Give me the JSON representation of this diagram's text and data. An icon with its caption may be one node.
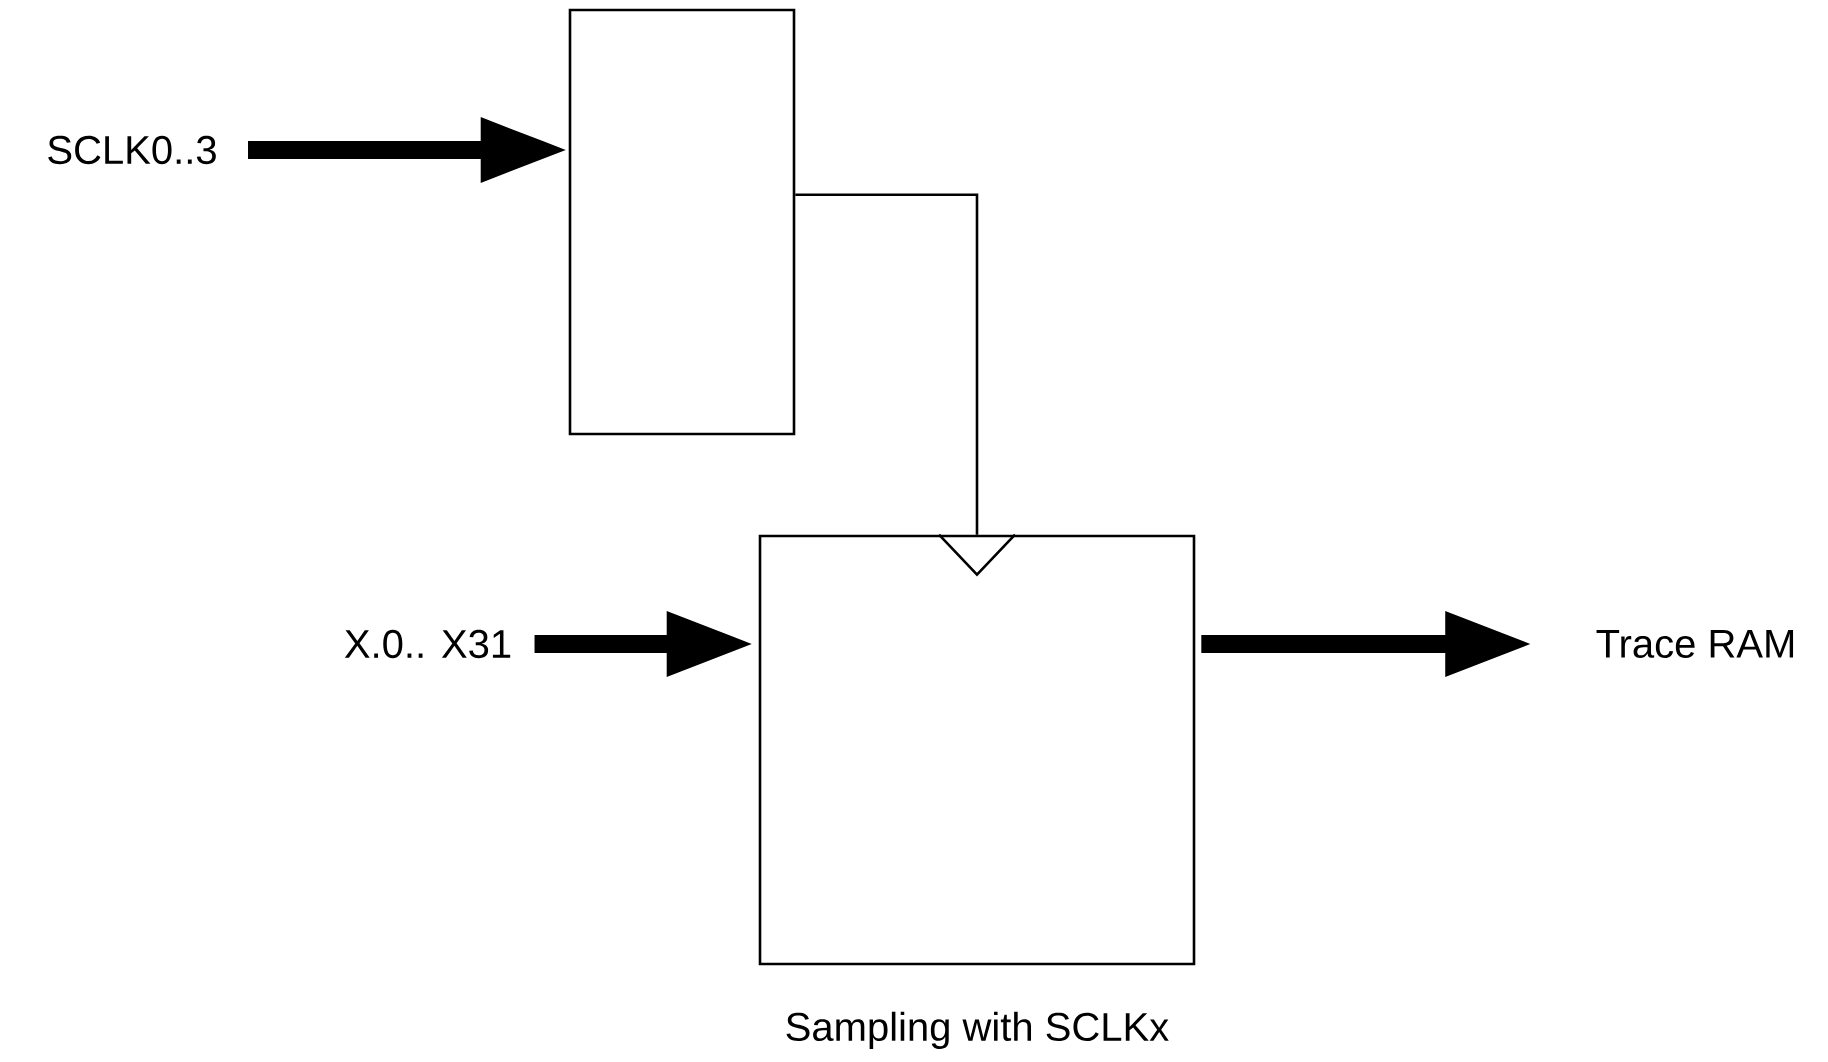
{
  "diagram": {
    "nodes": [
      {
        "text": [
          "SCLK0..3"
        ]
      },
      {
        "text": [],
        "shape": "box"
      },
      {
        "text": [],
        "shape": "box",
        "beside": [
          "Sampling with SCLKx"
        ]
      },
      {
        "text": [
          "X.0.. X31"
        ]
      },
      {
        "text": [
          "Trace RAM"
        ]
      }
    ],
    "edges": [
      {
        "from": 0,
        "to": 1,
        "arrow": "to"
      },
      {
        "from": 1,
        "to": 2,
        "arrow": "to"
      },
      {
        "from": 3,
        "to": 2,
        "arrow": "to"
      },
      {
        "from": 2,
        "to": 4,
        "arrow": "to"
      }
    ]
  }
}
